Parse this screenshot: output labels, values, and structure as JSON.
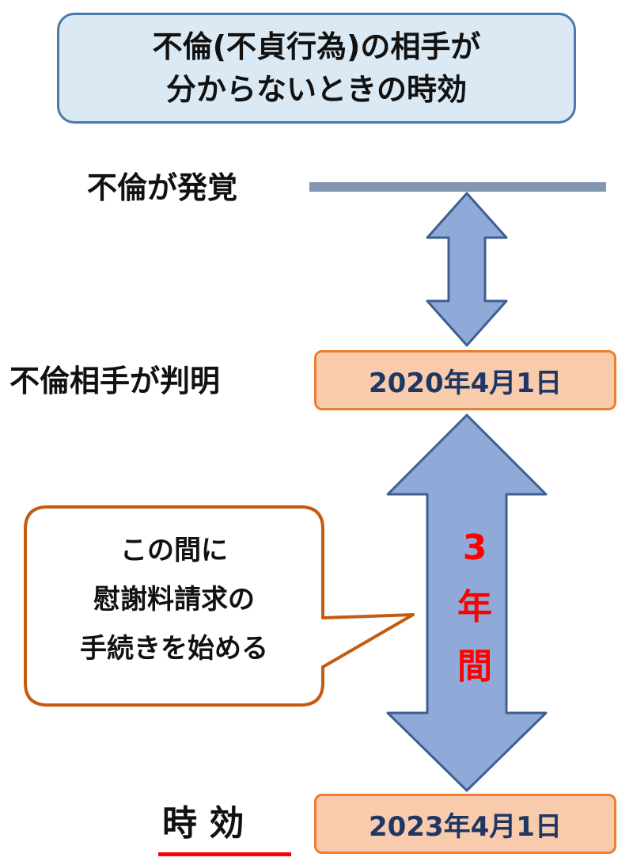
{
  "title": {
    "line1": "不倫(不貞行為)の相手が",
    "line2": "分からないときの時効"
  },
  "events": {
    "discovered": {
      "label": "不倫が発覚"
    },
    "identified": {
      "label": "不倫相手が判明",
      "date": "2020年4月1日"
    },
    "expiry": {
      "label": "時 効",
      "date": "2023年4月1日"
    }
  },
  "span": {
    "chars": [
      "3",
      "年",
      "間"
    ]
  },
  "callout": {
    "lines": [
      "この間に",
      "慰謝料請求の",
      "手続きを始める"
    ]
  },
  "colors": {
    "title_fill": "#dbe9f4",
    "title_border": "#4a7aa8",
    "date_fill": "#f8cbad",
    "date_border": "#ed7d31",
    "arrow_fill": "#8fa9d9",
    "arrow_border": "#3f5f8f",
    "accent_red": "#ff0000",
    "callout_border": "#c55a11"
  }
}
